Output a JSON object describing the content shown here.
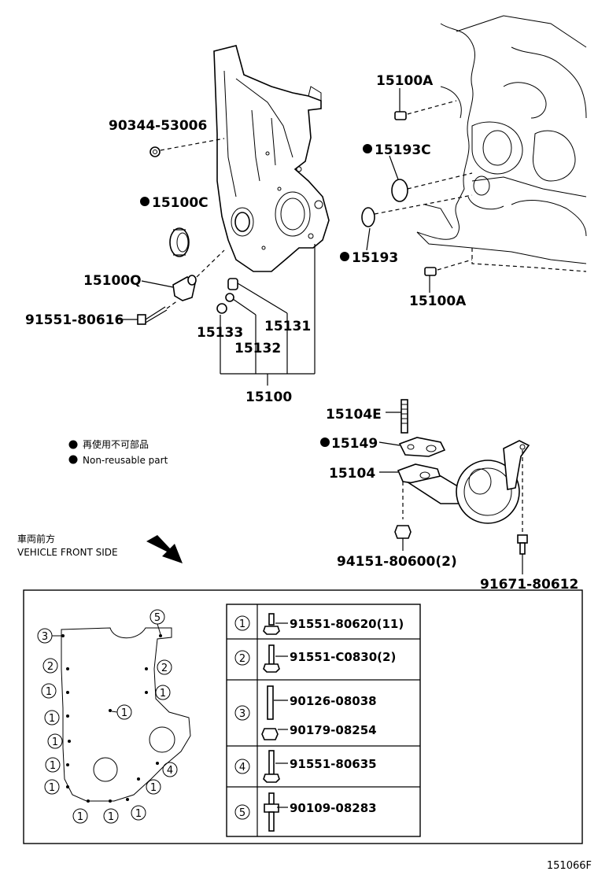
{
  "labels": {
    "p_90344": "90344-53006",
    "p_15100C": "15100C",
    "p_15100Q": "15100Q",
    "p_91551_80616": "91551-80616",
    "p_15133": "15133",
    "p_15132": "15132",
    "p_15131": "15131",
    "p_15100": "15100",
    "p_15100A_top": "15100A",
    "p_15193C": "15193C",
    "p_15193": "15193",
    "p_15100A_bottom": "15100A",
    "p_15104E": "15104E",
    "p_15149": "15149",
    "p_15104": "15104",
    "p_94151": "94151-80600(2)",
    "p_91671": "91671-80612"
  },
  "legend": {
    "japanese": "再使用不可部品",
    "english": "Non-reusable part"
  },
  "front_side": {
    "japanese": "車両前方",
    "english": "VEHICLE FRONT SIDE"
  },
  "bolt_table": [
    {
      "no": "1",
      "parts": [
        "91551-80620(11)"
      ]
    },
    {
      "no": "2",
      "parts": [
        "91551-C0830(2)"
      ]
    },
    {
      "no": "3",
      "parts": [
        "90126-08038",
        "90179-08254"
      ]
    },
    {
      "no": "4",
      "parts": [
        "91551-80635"
      ]
    },
    {
      "no": "5",
      "parts": [
        "90109-08283"
      ]
    }
  ],
  "bolt_map_numbers": {
    "n3": "3",
    "n5": "5",
    "n2a": "2",
    "n2b": "2",
    "n1a": "1",
    "n1b": "1",
    "n1c": "1",
    "n1d": "1",
    "n1e": "1",
    "n1f": "1",
    "n1g": "1",
    "n4": "4",
    "n1h": "1",
    "n1i": "1",
    "n1j": "1",
    "n1k": "1"
  },
  "figure_ref": "151066F"
}
